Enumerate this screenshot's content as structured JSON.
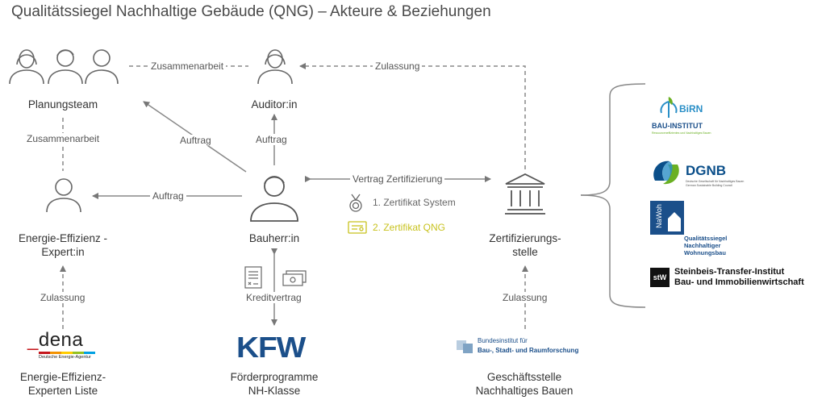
{
  "title": "Qualitätssiegel Nachhaltige Gebäude (QNG) – Akteure & Beziehungen",
  "nodes": {
    "planungsteam": "Planungsteam",
    "auditor": "Auditor:in",
    "bauherr": "Bauherr:in",
    "energie_experte": [
      "Energie-Effizienz -",
      "Expert:in"
    ],
    "zertifizierungsstelle": [
      "Zertifizierungs-",
      "stelle"
    ],
    "experten_liste": [
      "Energie-Effizienz-",
      "Experten Liste"
    ],
    "foerderprogramme": [
      "Förderprogramme",
      "NH-Klasse"
    ],
    "geschaeftsstelle": [
      "Geschäftsstelle",
      "Nachhaltiges Bauen"
    ]
  },
  "edges": {
    "zusammenarbeit_top": "Zusammenarbeit",
    "zulassung_top": "Zulassung",
    "zusammenarbeit_left": "Zusammenarbeit",
    "auftrag_planung": "Auftrag",
    "auftrag_auditor": "Auftrag",
    "auftrag_experte": "Auftrag",
    "vertrag": "Vertrag Zertifizierung",
    "kreditvertrag": "Kreditvertrag",
    "zulassung_left": "Zulassung",
    "zulassung_right": "Zulassung"
  },
  "certificates": [
    {
      "label": "1. Zertifikat System",
      "icon": "medal-icon",
      "color": "#666666"
    },
    {
      "label": "2. Zertifikat QNG",
      "icon": "certificate-icon",
      "color": "#c8c21e"
    }
  ],
  "logos": {
    "dena": {
      "name": "dena",
      "sub": "Deutsche Energie-Agentur"
    },
    "kfw": "KFW",
    "bbsr": {
      "line1": "Bundesinstitut für",
      "line2": "Bau-, Stadt- und Raumforschung"
    },
    "birn": {
      "name": "BiRN",
      "sub": "BAU-INSTITUT",
      "tiny": "Ressourceneffizientes und Nachhaltiges Bauen"
    },
    "dgnb": {
      "name": "DGNB",
      "tiny1": "Deutsche Gesellschaft für Nachhaltiges Bauen",
      "tiny2": "German Sustainable Building Council"
    },
    "nawoh": {
      "mark": "NaWoh",
      "l1": "Qualitätssiegel",
      "l2": "Nachhaltiger",
      "l3": "Wohnungsbau"
    },
    "steinbeis": {
      "mark": "stW",
      "l1": "Steinbeis-Transfer-Institut",
      "l2": "Bau- und Immobilienwirtschaft"
    }
  },
  "colors": {
    "line": "#888888",
    "accent": "#c8c21e",
    "kfw": "#1b4f8a",
    "dgnb": "#0b4f8a",
    "birn": "#2a8fc7"
  }
}
